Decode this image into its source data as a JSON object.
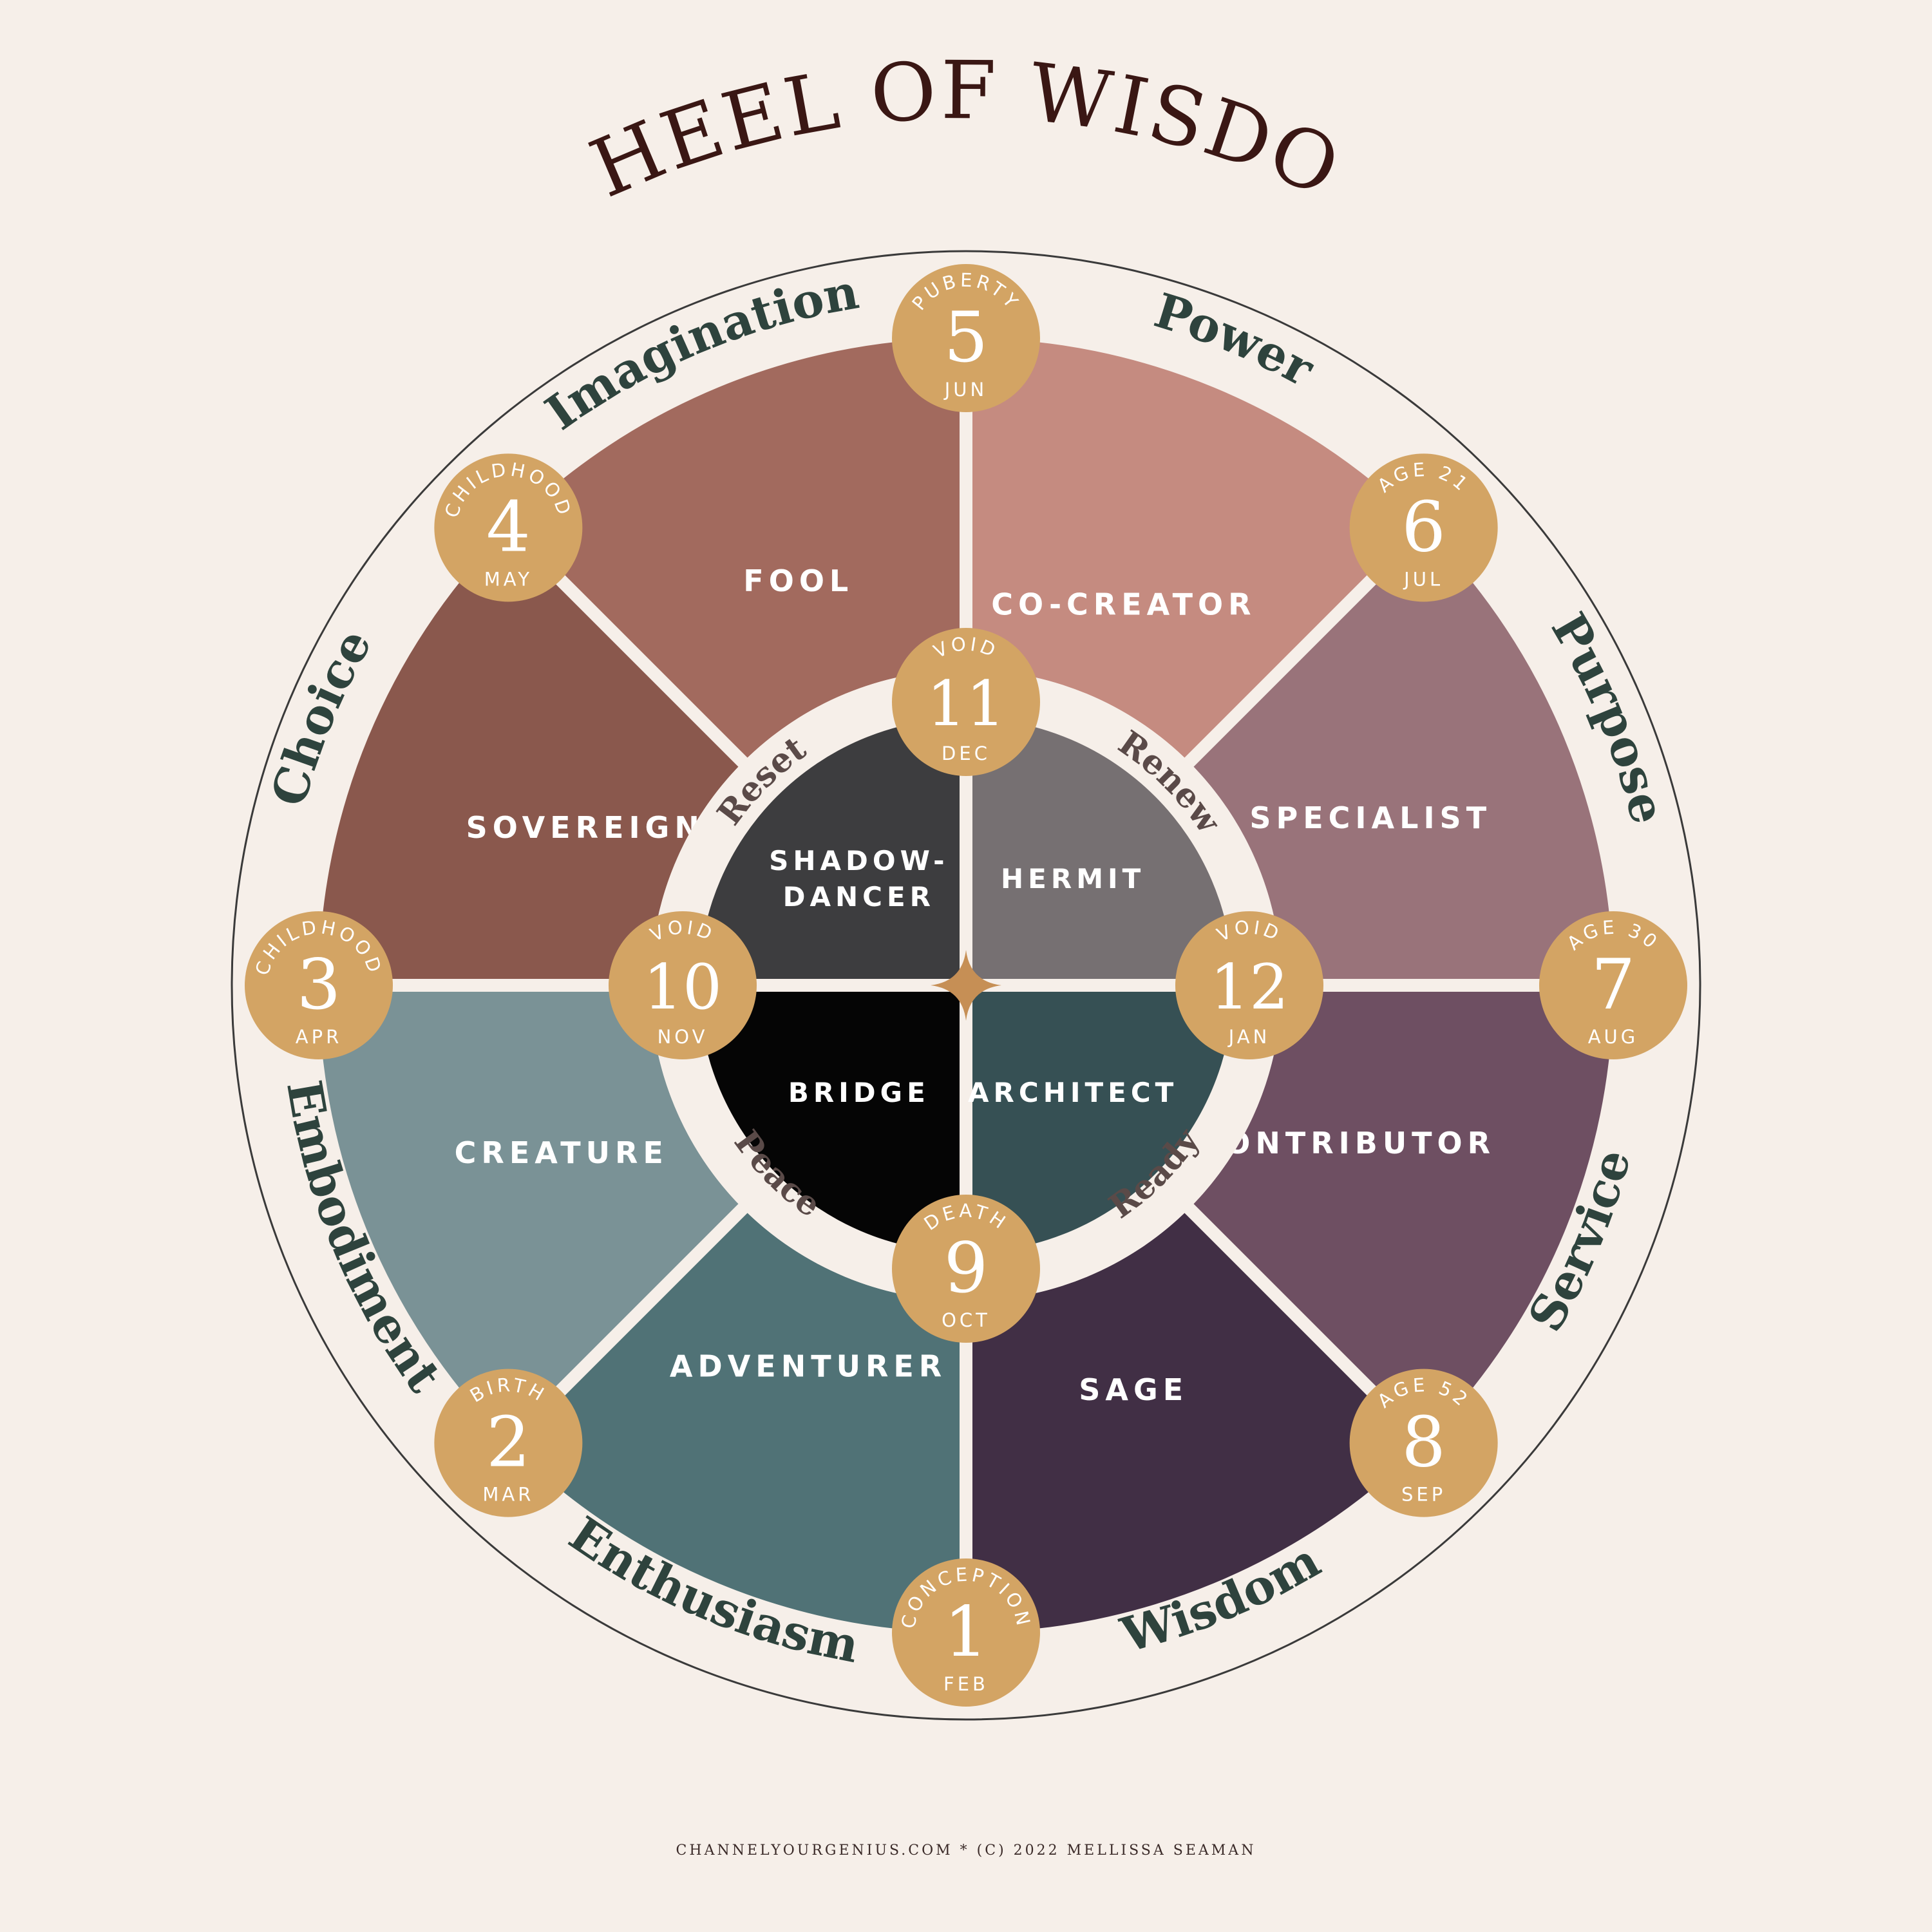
{
  "title": "WHEEL OF WISDOM",
  "footer": "CHANNELYOURGENIUS.COM  *  (C) 2022 MELLISSA SEAMAN",
  "colors": {
    "background": "#f6efe9",
    "gold": "#d3a464",
    "outline": "#3a3a3a"
  },
  "life_words": [
    "Power",
    "Purpose",
    "Service",
    "Wisdom",
    "Enthusiasm",
    "Embodiment",
    "Choice",
    "Imagination"
  ],
  "outer_segments": [
    {
      "label": "CO-CREATOR",
      "color": "#c58b80"
    },
    {
      "label": "SPECIALIST",
      "color": "#99737a"
    },
    {
      "label": "CONTRIBUTOR",
      "color": "#6e4f62"
    },
    {
      "label": "SAGE",
      "color": "#412f45"
    },
    {
      "label": "ADVENTURER",
      "color": "#507276"
    },
    {
      "label": "CREATURE",
      "color": "#7a9296"
    },
    {
      "label": "SOVEREIGN",
      "color": "#8a584d"
    },
    {
      "label": "FOOL",
      "color": "#a26a5e"
    }
  ],
  "inner_segments": [
    {
      "label_lines": [
        "HERMIT"
      ],
      "color": "#767072"
    },
    {
      "label_lines": [
        "ARCHITECT"
      ],
      "color": "#365054"
    },
    {
      "label_lines": [
        "BRIDGE"
      ],
      "color": "#050505"
    },
    {
      "label_lines": [
        "SHADOW-",
        "DANCER"
      ],
      "color": "#3d3d3f"
    }
  ],
  "inner_words": [
    "Renew",
    "Ready",
    "Peace",
    "Reset"
  ],
  "badges": [
    {
      "top": "CONCEPTION",
      "number": "1",
      "month": "FEB"
    },
    {
      "top": "BIRTH",
      "number": "2",
      "month": "MAR"
    },
    {
      "top": "CHILDHOOD",
      "number": "3",
      "month": "APR"
    },
    {
      "top": "CHILDHOOD",
      "number": "4",
      "month": "MAY"
    },
    {
      "top": "PUBERTY",
      "number": "5",
      "month": "JUN"
    },
    {
      "top": "AGE 21",
      "number": "6",
      "month": "JUL"
    },
    {
      "top": "AGE 30",
      "number": "7",
      "month": "AUG"
    },
    {
      "top": "AGE 52",
      "number": "8",
      "month": "SEP"
    },
    {
      "top": "DEATH",
      "number": "9",
      "month": "OCT"
    },
    {
      "top": "VOID",
      "number": "10",
      "month": "NOV"
    },
    {
      "top": "VOID",
      "number": "11",
      "month": "DEC"
    },
    {
      "top": "VOID",
      "number": "12",
      "month": "JAN"
    }
  ]
}
